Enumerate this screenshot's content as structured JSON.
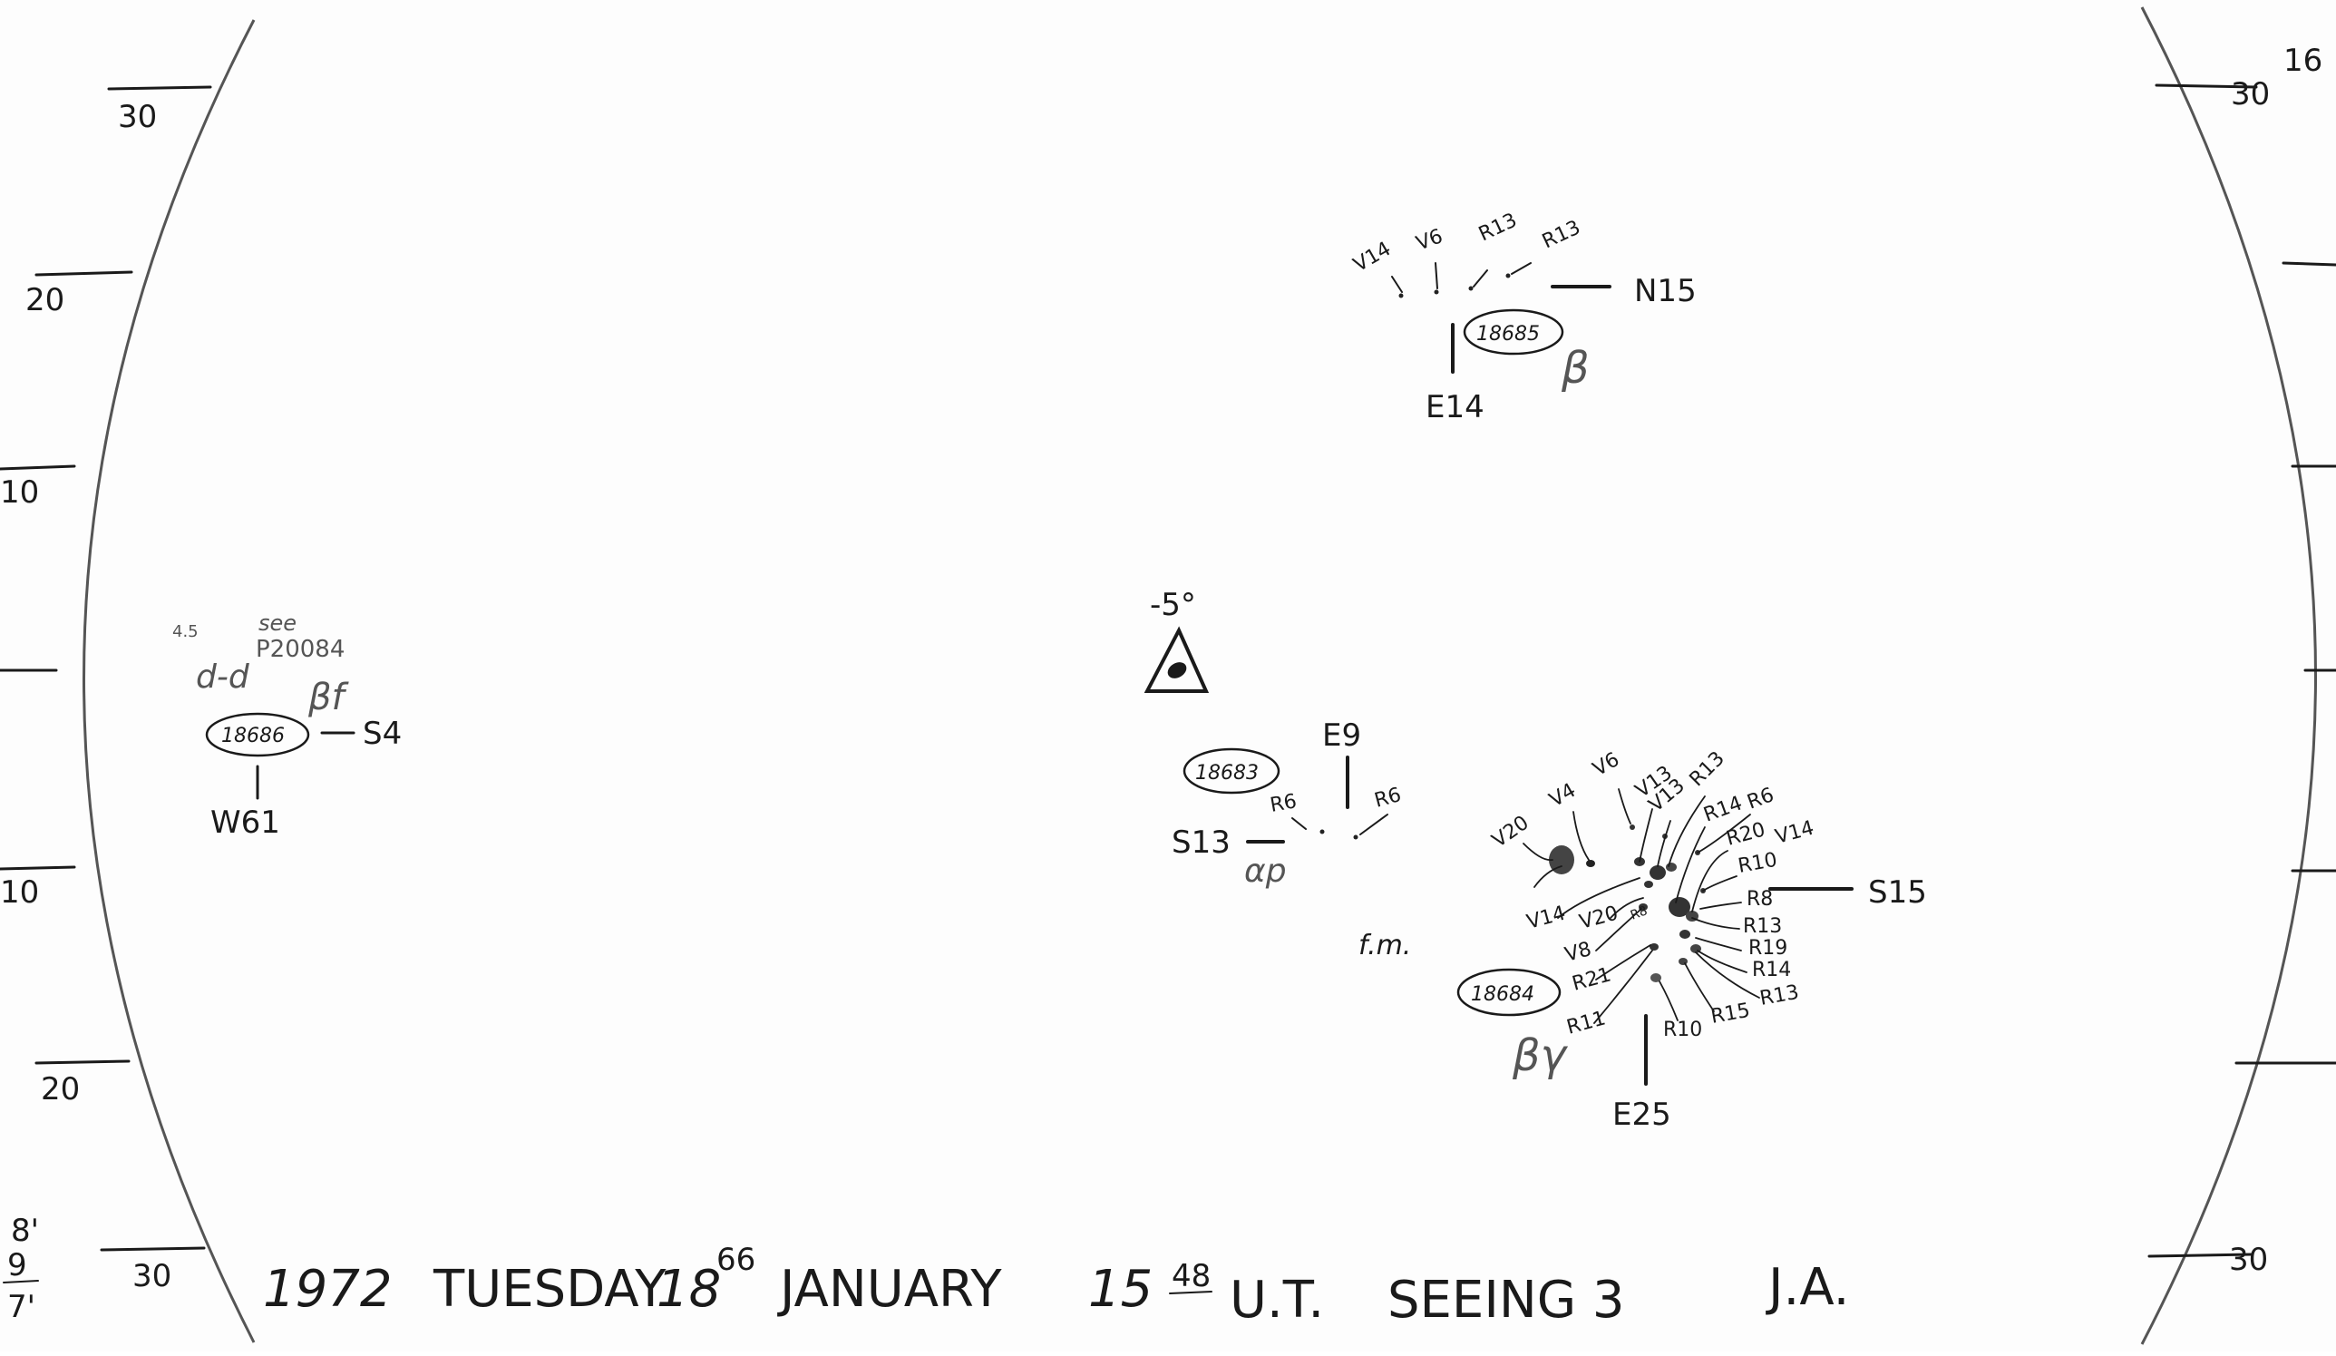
{
  "scale_left": [
    "30",
    "20",
    "10",
    "10",
    "20",
    "30"
  ],
  "scale_right": [
    "30",
    "30"
  ],
  "corner": {
    "top_right": "16",
    "left_notes": [
      "8'",
      "9",
      "7'"
    ]
  },
  "marker": {
    "angle": "-5°"
  },
  "regions": [
    {
      "number": "18685",
      "class": "β",
      "north": "N15",
      "east": "E14",
      "spots": [
        "V14",
        "V6",
        "R13",
        "R13"
      ]
    },
    {
      "number": "18686",
      "class": "βf",
      "south": "S4",
      "west": "W61",
      "note_a": "d-d",
      "note_b": "P20084",
      "note_c": "see",
      "note_d": "4.5"
    },
    {
      "number": "18683",
      "class": "αp",
      "south": "S13",
      "east": "E9",
      "spots": [
        "R6",
        "R6"
      ]
    },
    {
      "number": "18684",
      "class": "βγ",
      "south": "S15",
      "east": "E25",
      "fm": "f.m.",
      "spots": [
        "V20",
        "V4",
        "V6",
        "V13",
        "V13",
        "R13",
        "R14",
        "R6",
        "R20",
        "V14",
        "R10",
        "R8",
        "R13",
        "R19",
        "R14",
        "R13",
        "R15",
        "R10",
        "R11",
        "R21",
        "V8",
        "V20",
        "V14",
        "R8"
      ]
    }
  ],
  "footer": {
    "year": "1972",
    "day": "TUESDAY",
    "date": "18",
    "date_sup": "66",
    "month": "JANUARY",
    "time": "15",
    "time_sup": "48",
    "ut": "U.T.",
    "seeing": "SEEING 3",
    "observer": "J.A."
  }
}
